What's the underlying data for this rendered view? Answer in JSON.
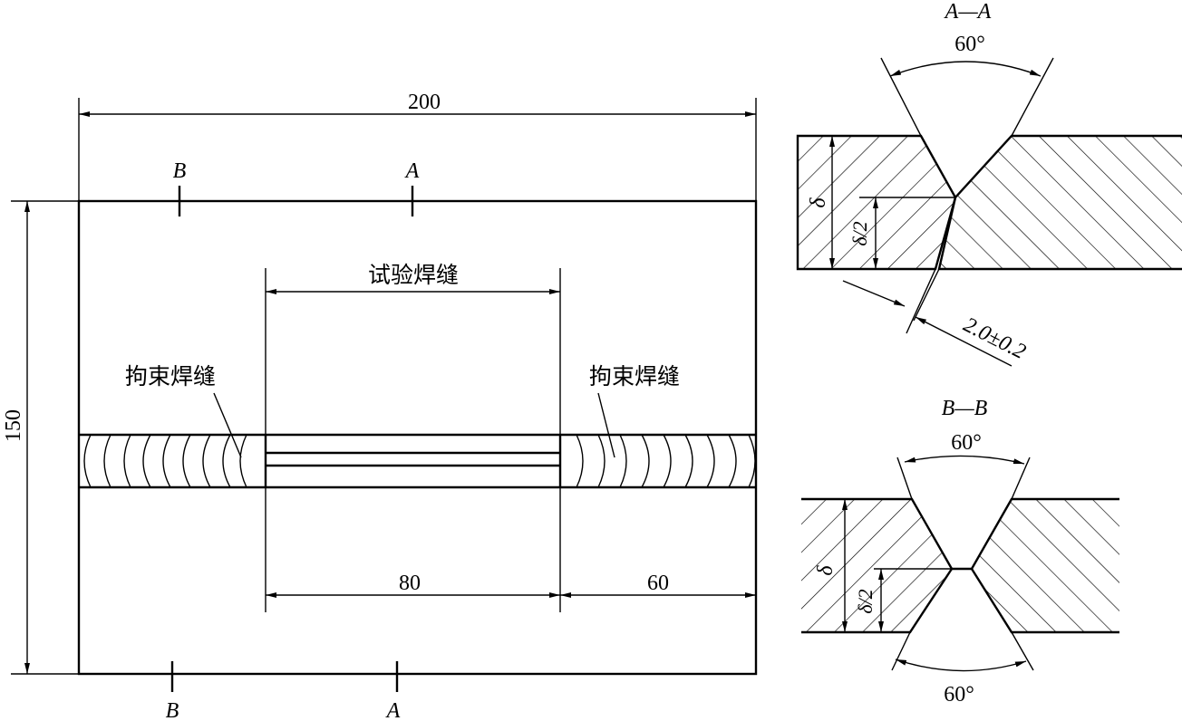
{
  "plan_view": {
    "dim_width": "200",
    "dim_height": "150",
    "dim_test_weld_length": "80",
    "dim_restraint_length": "60",
    "test_weld_label": "试验焊缝",
    "restraint_weld_left_label": "拘束焊缝",
    "restraint_weld_right_label": "拘束焊缝",
    "section_mark_b_top": "B",
    "section_mark_a_top": "A",
    "section_mark_b_bottom": "B",
    "section_mark_a_bottom": "A"
  },
  "section_a": {
    "title": "A—A",
    "angle": "60°",
    "thickness": "δ",
    "half_thickness": "δ/2",
    "root_gap": "2.0±0.2"
  },
  "section_b": {
    "title": "B—B",
    "angle_top": "60°",
    "angle_bottom": "60°",
    "thickness": "δ",
    "half_thickness": "δ/2"
  }
}
